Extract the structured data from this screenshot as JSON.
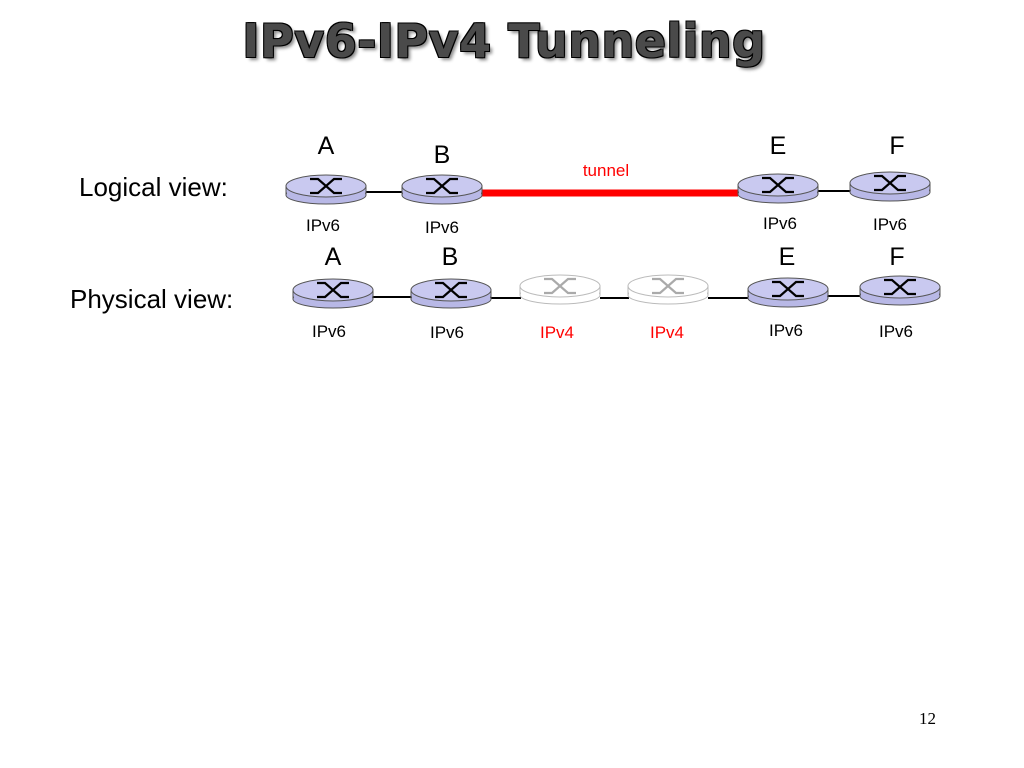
{
  "slide": {
    "title": "IPv6-IPv4 Tunneling",
    "page_number": "12"
  },
  "colors": {
    "router_fill": "#c9c9f0",
    "router_dim_fill": "#ffffff",
    "tunnel": "#ff0000",
    "ipv4_text": "#ff0000",
    "ipv6_text": "#000000"
  },
  "logical": {
    "label": "Logical view:",
    "tunnel_label": "tunnel",
    "nodes": [
      {
        "letter": "A",
        "protocol": "IPv6"
      },
      {
        "letter": "B",
        "protocol": "IPv6"
      },
      {
        "letter": "E",
        "protocol": "IPv6"
      },
      {
        "letter": "F",
        "protocol": "IPv6"
      }
    ]
  },
  "physical": {
    "label": "Physical view:",
    "nodes": [
      {
        "letter": "A",
        "protocol": "IPv6"
      },
      {
        "letter": "B",
        "protocol": "IPv6"
      },
      {
        "letter": "",
        "protocol": "IPv4"
      },
      {
        "letter": "",
        "protocol": "IPv4"
      },
      {
        "letter": "E",
        "protocol": "IPv6"
      },
      {
        "letter": "F",
        "protocol": "IPv6"
      }
    ]
  }
}
